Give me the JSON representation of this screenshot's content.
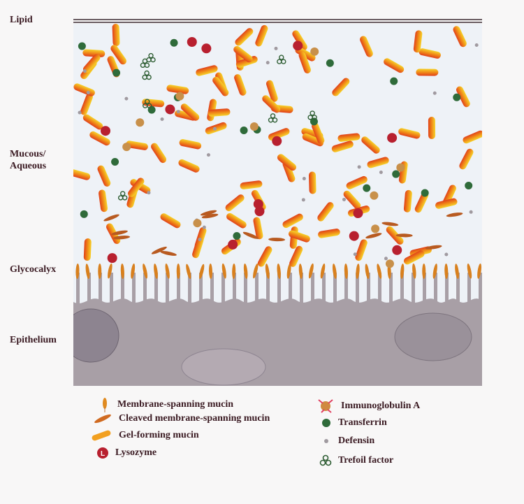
{
  "layers": {
    "lipid": "Lipid",
    "mucous": [
      "Mucous/",
      "Aqueous"
    ],
    "glycocalyx": "Glycocalyx",
    "epithelium": "Epithelium"
  },
  "legend": {
    "membrane_mucin": "Membrane-spanning mucin",
    "cleaved_mucin": "Cleaved membrane-spanning mucin",
    "gel_mucin": "Gel-forming mucin",
    "lysozyme": "Lysozyme",
    "iga": "Immunoglobulin A",
    "transferrin": "Transferrin",
    "defensin": "Defensin",
    "trefoil": "Trefoil factor"
  },
  "icon_letters": {
    "lysozyme": "L"
  },
  "colors": {
    "aqueous": "#eef2f7",
    "epithelium": "#a89fa6",
    "mucin": "#f0a020",
    "lysozyme": "#c0283a",
    "transferrin": "#2f6b3a",
    "defensin": "#a09aa0",
    "trefoil": "#2f5e34"
  }
}
